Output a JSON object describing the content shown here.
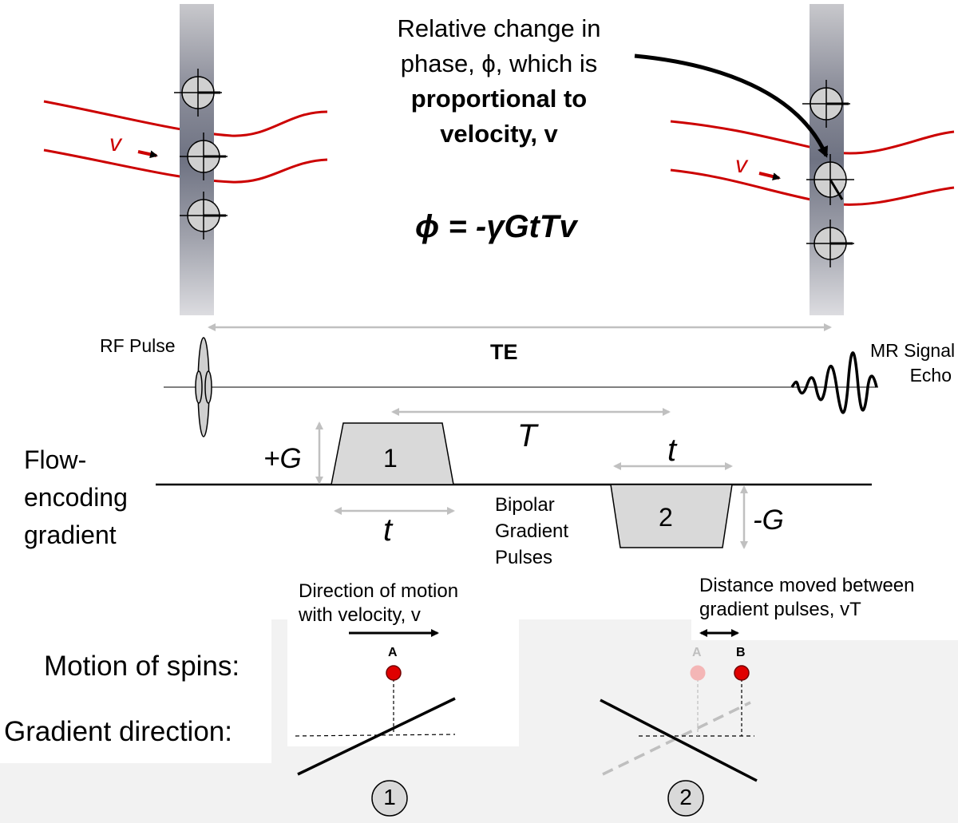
{
  "callout": {
    "line1": "Relative change in",
    "line2": "phase, ϕ, which is",
    "line3": "proportional to",
    "line4": "velocity, v"
  },
  "equation": "ϕ = -γGtTv",
  "velocity_symbol": "v",
  "pulse_sequence": {
    "rf_pulse": "RF Pulse",
    "te": "TE",
    "mr_signal_line1": "MR Signal",
    "mr_signal_line2": "Echo"
  },
  "gradient": {
    "label_line1": "Flow-",
    "label_line2": "encoding",
    "label_line3": "gradient",
    "pos_amplitude": "+G",
    "neg_amplitude": "-G",
    "pulse1": "1",
    "pulse2": "2",
    "duration_t1": "t",
    "duration_t2": "t",
    "separation": "T",
    "bipolar_line1": "Bipolar",
    "bipolar_line2": "Gradient",
    "bipolar_line3": "Pulses"
  },
  "motion": {
    "direction_line1": "Direction of motion",
    "direction_line2": "with velocity, v",
    "distance_line1": "Distance moved between",
    "distance_line2": "gradient pulses, vT",
    "motion_label": "Motion of spins:",
    "gradient_label": "Gradient direction:",
    "spin_a": "A",
    "spin_a_faded": "A",
    "spin_b": "B",
    "step1": "1",
    "step2": "2"
  },
  "colors": {
    "vessel": "#cc0000",
    "spin": "#e00000",
    "spin_faded": "#f4b6b6",
    "pulse_fill": "#d9d9d9",
    "arrow_gray": "#c0c0c0"
  }
}
